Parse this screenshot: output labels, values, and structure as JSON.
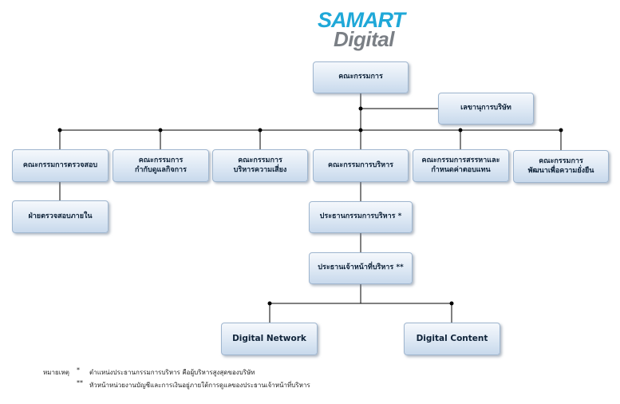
{
  "logo": {
    "top": "SAMART",
    "bottom": "Digital"
  },
  "colors": {
    "logo_blue": "#1fa8d8",
    "logo_gray": "#7a7f85",
    "box_border": "#9fb6cf",
    "line": "#000000"
  },
  "nodes": {
    "board": "คณะกรรมการ",
    "secretary": "เลขานุการบริษัท",
    "audit": "คณะกรรมการตรวจสอบ",
    "governance": "คณะกรรมการ\nกำกับดูแลกิจการ",
    "risk": "คณะกรรมการ\nบริหารความเสี่ยง",
    "executive": "คณะกรรมการบริหาร",
    "nomination": "คณะกรรมการสรรหาและ\nกำหนดค่าตอบแทน",
    "sustainability": "คณะกรรมการ\nพัฒนาเพื่อความยั่งยืน",
    "internal_audit": "ฝ่ายตรวจสอบภายใน",
    "exec_chairman": "ประธานกรรมการบริหาร *",
    "ceo": "ประธานเจ้าหน้าที่บริหาร **",
    "digital_network": "Digital Network",
    "digital_content": "Digital Content"
  },
  "notes": {
    "label": "หมายเหตุ",
    "mark1": "*",
    "text1": "ตำแหน่งประธานกรรมการบริหาร คือผู้บริหารสูงสุดของบริษัท",
    "mark2": "**",
    "text2": "หัวหน้าหน่วยงานบัญชีและการเงินอยู่ภายใต้การดูแลของประธานเจ้าหน้าที่บริหาร"
  }
}
